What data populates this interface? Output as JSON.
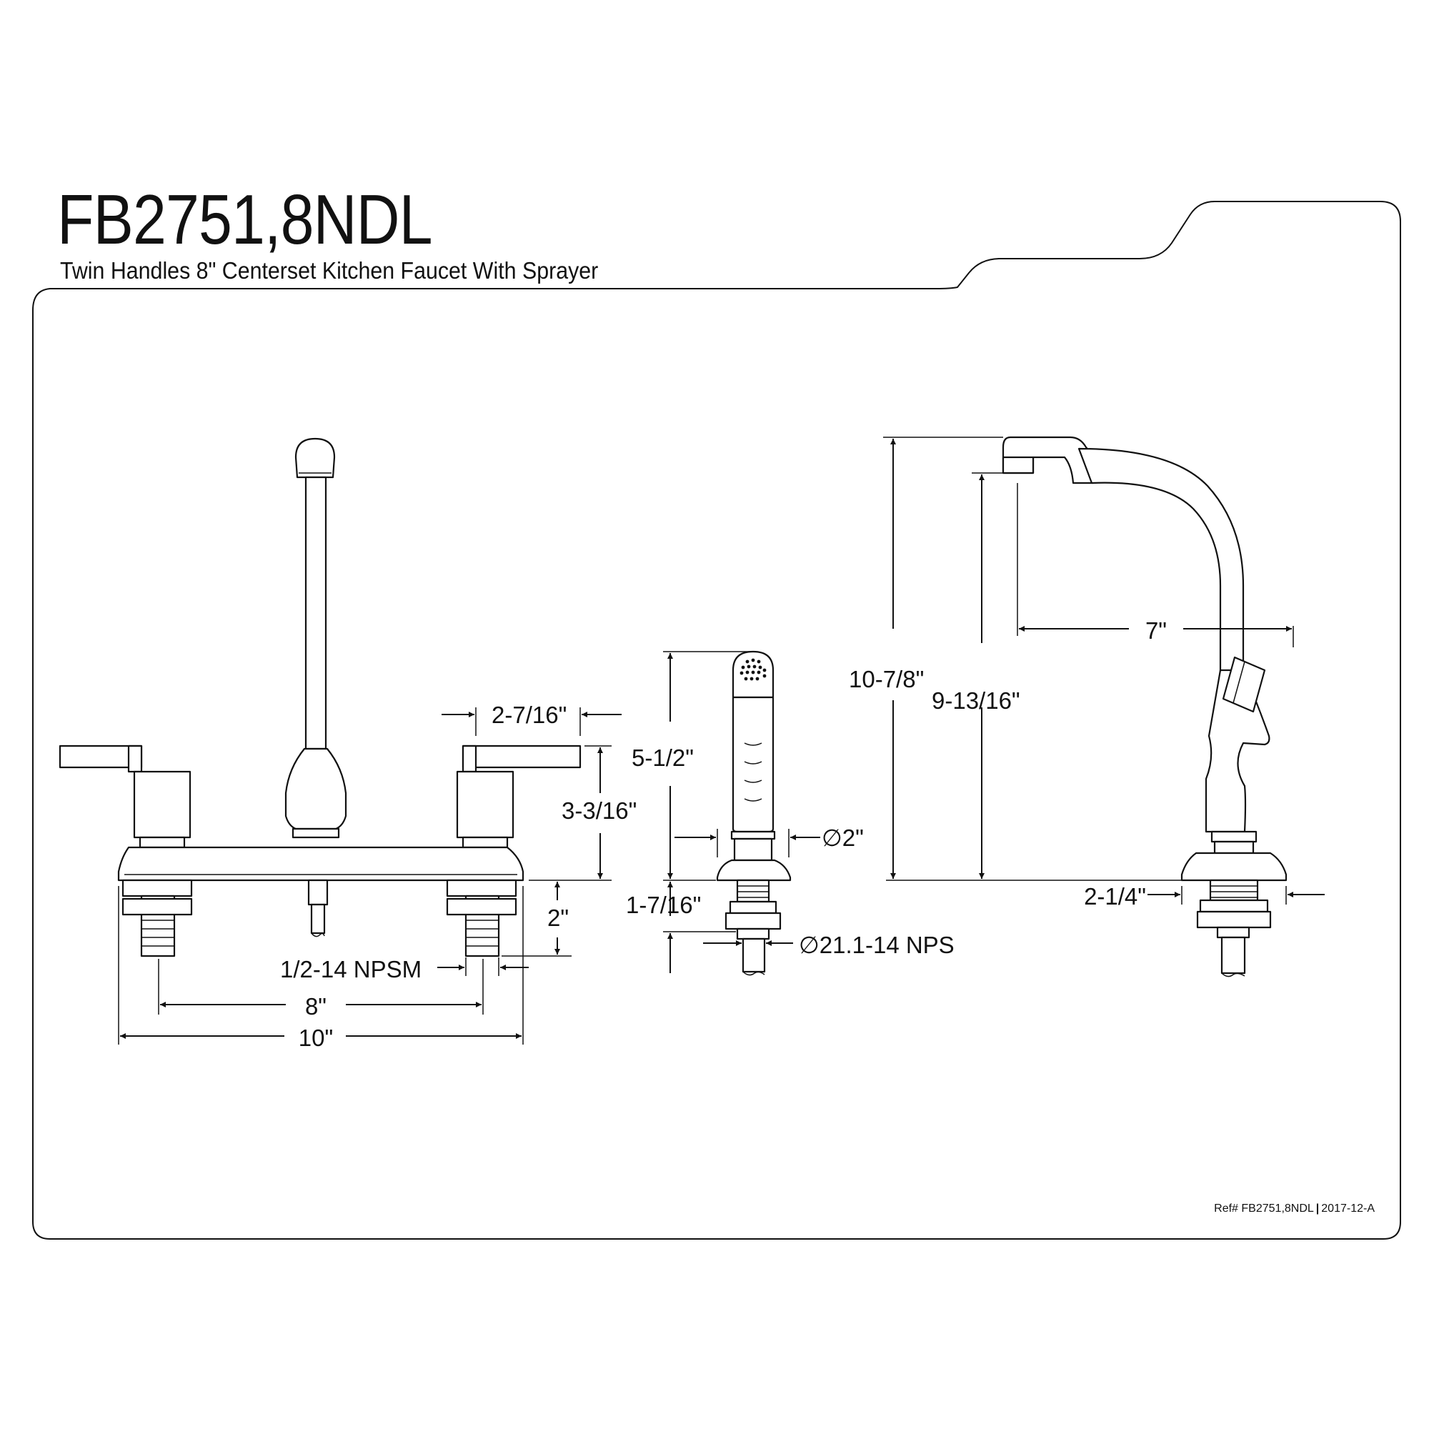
{
  "header": {
    "model": "FB2751,8NDL",
    "description": "Twin Handles 8\" Centerset Kitchen Faucet With Sprayer"
  },
  "footer": {
    "ref_label": "Ref# FB2751,8NDL",
    "separator": "|",
    "revision": "2017-12-A"
  },
  "dimensions": {
    "handle_width": "2-7/16\"",
    "handle_height": "3-3/16\"",
    "shank_length": "2\"",
    "supply_thread": "1/2-14 NPSM",
    "center_spacing": "8\"",
    "deck_width": "10\"",
    "sprayer_height": "5-1/2\"",
    "sprayer_diameter_symbol": "∅",
    "sprayer_diameter": "2\"",
    "sprayer_shank": "1-7/16\"",
    "sprayer_thread_symbol": "∅",
    "sprayer_thread": "21.1-14 NPS",
    "overall_height": "10-7/8\"",
    "spout_clearance": "9-13/16\"",
    "spout_reach": "7\"",
    "base_width": "2-1/4\""
  },
  "colors": {
    "line": "#111111",
    "background": "#ffffff"
  }
}
